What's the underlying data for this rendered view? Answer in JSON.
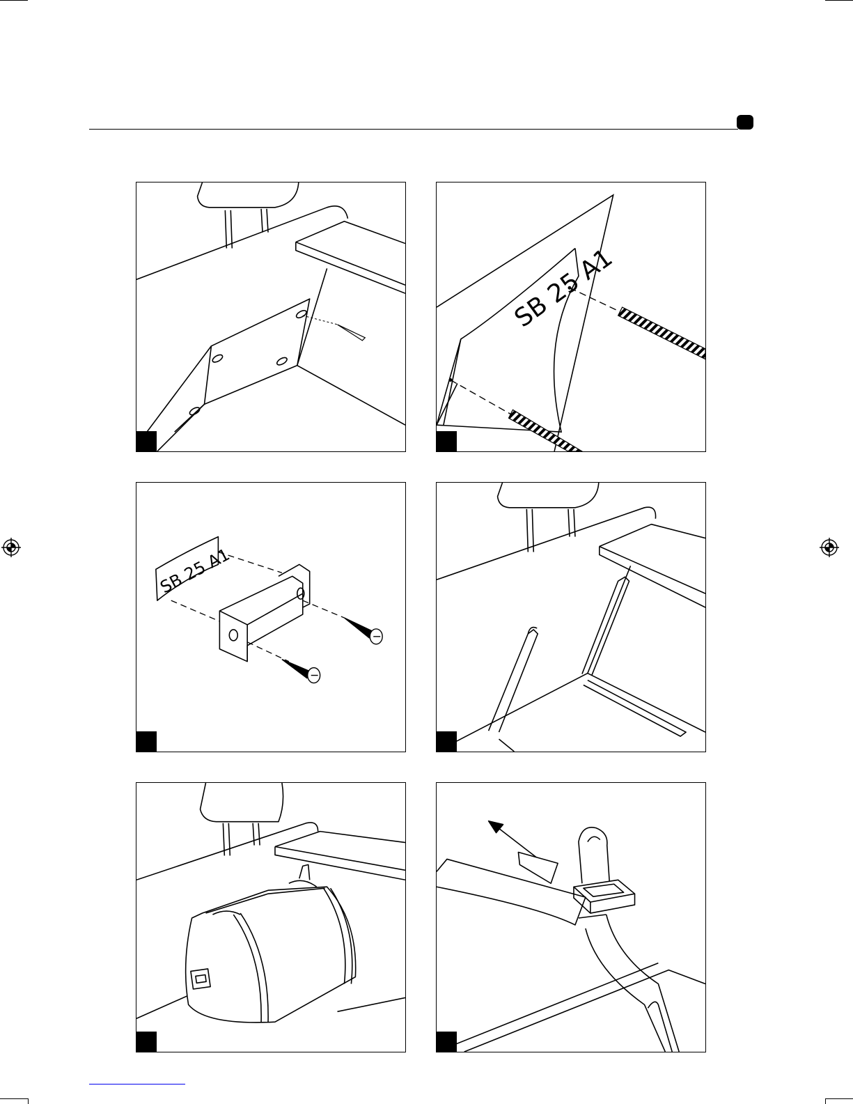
{
  "page": {
    "lang_tab": "",
    "footer_link": ""
  },
  "figures": [
    {
      "id": "fig-1",
      "step": "",
      "caption": ""
    },
    {
      "id": "fig-2",
      "step": "",
      "caption": "",
      "label_text": "SB 25 A1"
    },
    {
      "id": "fig-3",
      "step": "",
      "caption": "",
      "label_text": "SB 25 A1"
    },
    {
      "id": "fig-4",
      "step": "",
      "caption": ""
    },
    {
      "id": "fig-5",
      "step": "",
      "caption": ""
    },
    {
      "id": "fig-6",
      "step": "",
      "caption": ""
    }
  ],
  "colors": {
    "ink": "#000000",
    "paper": "#ffffff",
    "link": "#0000ee"
  },
  "icons": [
    "registration-mark-icon",
    "crop-mark-icon"
  ]
}
